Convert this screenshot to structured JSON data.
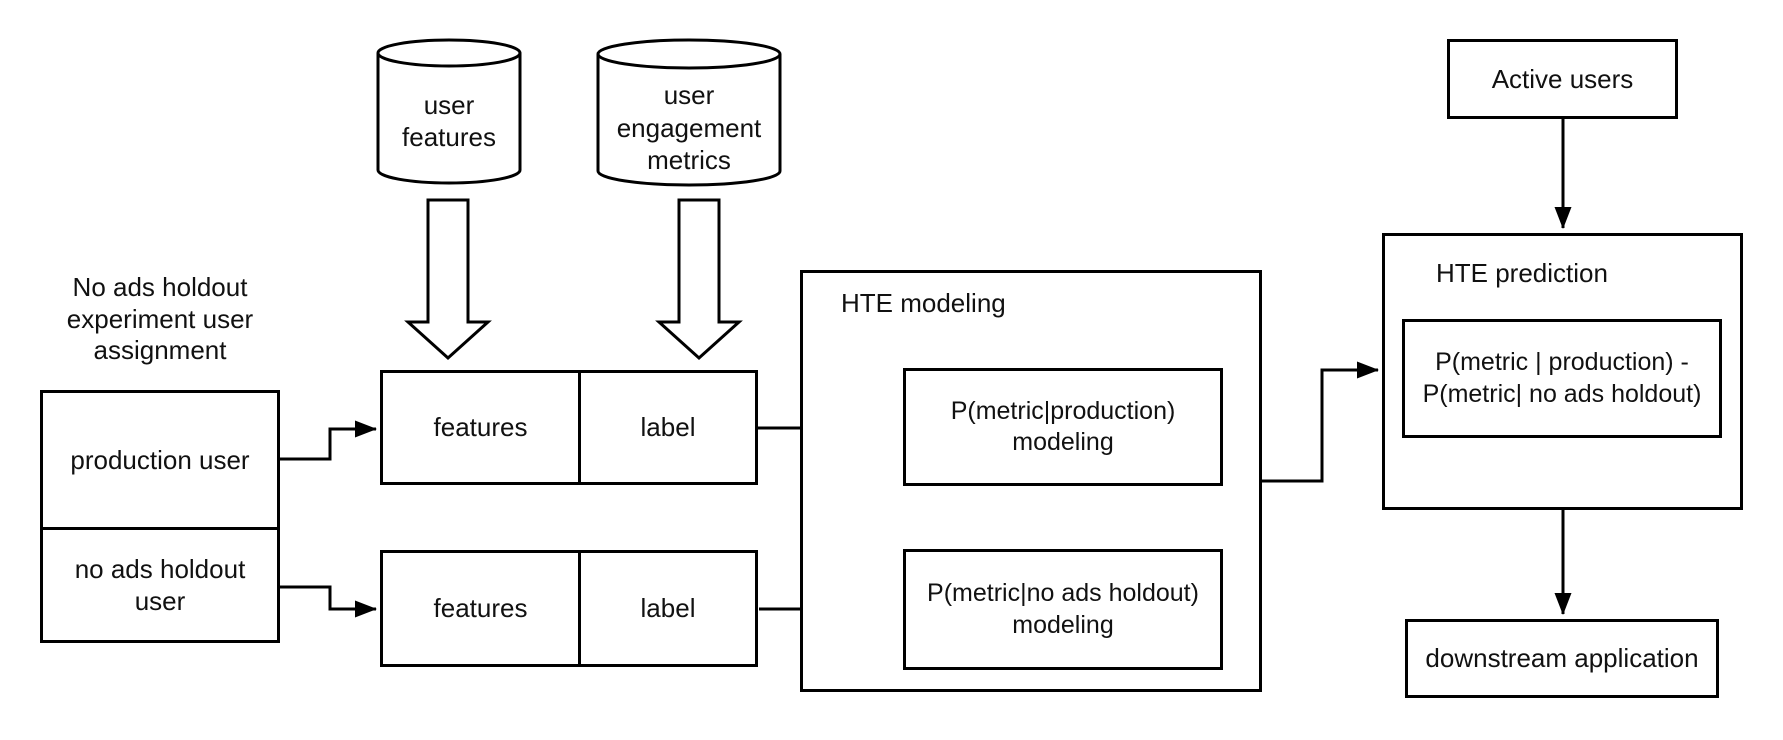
{
  "diagram": {
    "colors": {
      "stroke": "#000000",
      "background": "#ffffff",
      "text": "#111111"
    },
    "annotation": "No ads holdout\nexperiment user\nassignment",
    "datastores": {
      "user_features": "user\nfeatures",
      "user_engagement": "user\nengagement\nmetrics"
    },
    "assignment_box": {
      "production": "production user",
      "holdout": "no ads holdout\nuser"
    },
    "dataset_row_1": {
      "features": "features",
      "label": "label"
    },
    "dataset_row_2": {
      "features": "features",
      "label": "label"
    },
    "hte_modeling": {
      "title": "HTE modeling",
      "production_model": "P(metric|production)\nmodeling",
      "holdout_model": "P(metric|no ads holdout)\nmodeling"
    },
    "active_users": "Active users",
    "hte_prediction": {
      "title": "HTE prediction",
      "formula": "P(metric | production) -\nP(metric| no ads holdout)"
    },
    "downstream": "downstream application"
  }
}
